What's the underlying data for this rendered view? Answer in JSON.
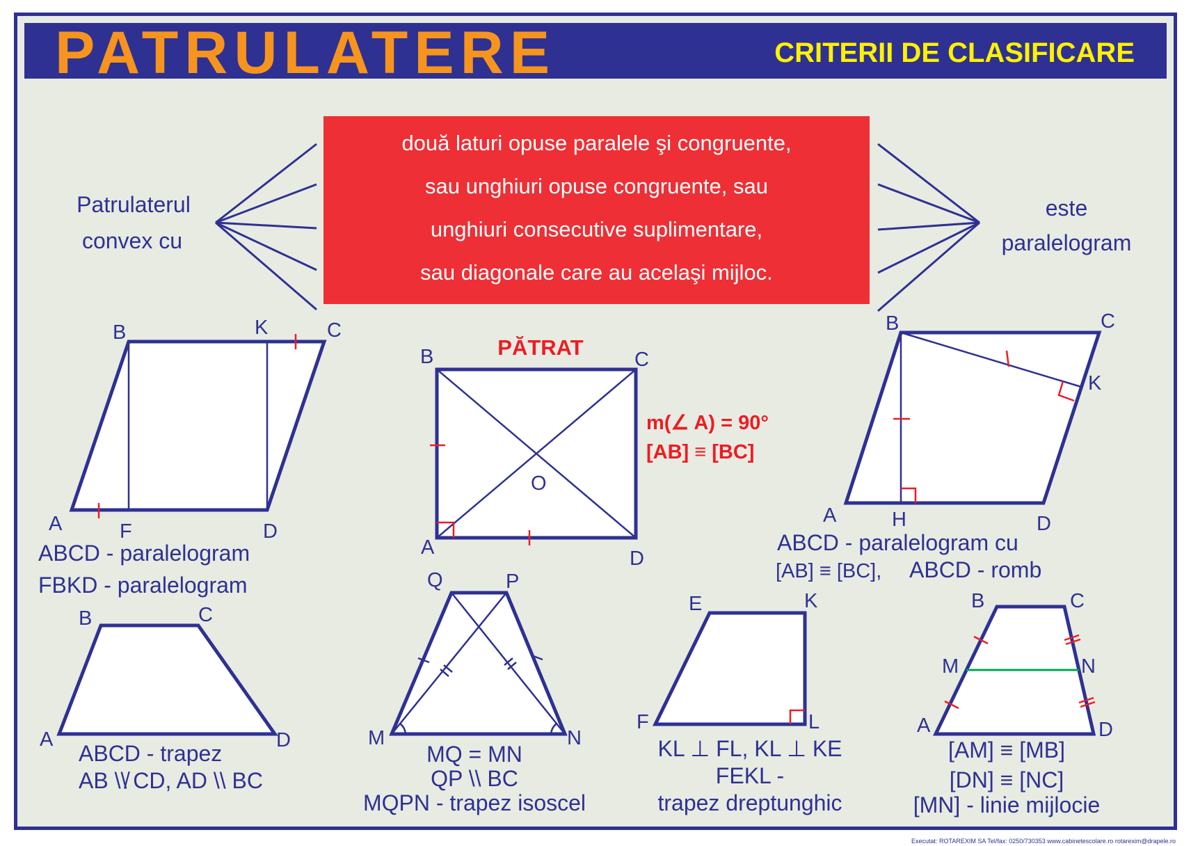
{
  "header": {
    "title": "PATRULATERE",
    "subtitle": "CRITERII DE CLASIFICARE"
  },
  "criteria": {
    "left_line1": "Patrulaterul",
    "left_line2": "convex cu",
    "items": [
      "două laturi  opuse  paralele şi congruente,",
      "sau unghiuri opuse congruente, sau",
      "unghiuri consecutive suplimentare,",
      "sau diagonale care au acelaşi mijloc."
    ],
    "right_line1": "este",
    "right_line2": "paralelogram"
  },
  "fig_parallelogram": {
    "labels": {
      "A": "A",
      "B": "B",
      "C": "C",
      "D": "D",
      "F": "F",
      "K": "K"
    },
    "caption1": "ABCD - paralelogram",
    "caption2": "FBKD - paralelogram"
  },
  "fig_square": {
    "title": "PĂTRAT",
    "labels": {
      "A": "A",
      "B": "B",
      "C": "C",
      "D": "D",
      "O": "O"
    },
    "prop1": "m(∠ A) = 90°",
    "prop2": "[AB] ≡ [BC]"
  },
  "fig_rhombus": {
    "labels": {
      "A": "A",
      "B": "B",
      "C": "C",
      "D": "D",
      "H": "H",
      "K": "K"
    },
    "caption1": "ABCD - paralelogram cu",
    "caption2a": "[AB] ≡ [BC],",
    "caption2b": "ABCD - romb"
  },
  "fig_trapezoid": {
    "labels": {
      "A": "A",
      "B": "B",
      "C": "C",
      "D": "D"
    },
    "caption1": "ABCD - trapez",
    "caption2": "AB \\\\̸ CD, AD \\\\ BC"
  },
  "fig_isosceles": {
    "labels": {
      "M": "M",
      "N": "N",
      "P": "P",
      "Q": "Q"
    },
    "caption1": "MQ = MN",
    "caption2": "QP \\\\ BC",
    "caption3": "MQPN - trapez isoscel"
  },
  "fig_right": {
    "labels": {
      "E": "E",
      "K": "K",
      "F": "F",
      "L": "L"
    },
    "caption1": "KL ⊥ FL, KL ⊥ KE",
    "caption2": "FEKL -",
    "caption3": "trapez dreptunghic"
  },
  "fig_midline": {
    "labels": {
      "A": "A",
      "B": "B",
      "C": "C",
      "D": "D",
      "M": "M",
      "N": "N"
    },
    "caption1": "[AM] ≡ [MB]",
    "caption2": "[DN] ≡ [NC]",
    "caption3": "[MN] - linie mijlocie"
  },
  "footer": "Executat: ROTAREXIM SA   Tel/fax: 0250/730353   www.cabinetescolare.ro   rotarexim@drapele.ro",
  "colors": {
    "frame": "#2e3192",
    "title": "#f7941d",
    "subtitle": "#fff200",
    "box": "#ee2f35",
    "background": "#e8ebe2",
    "midline": "#00a651"
  }
}
